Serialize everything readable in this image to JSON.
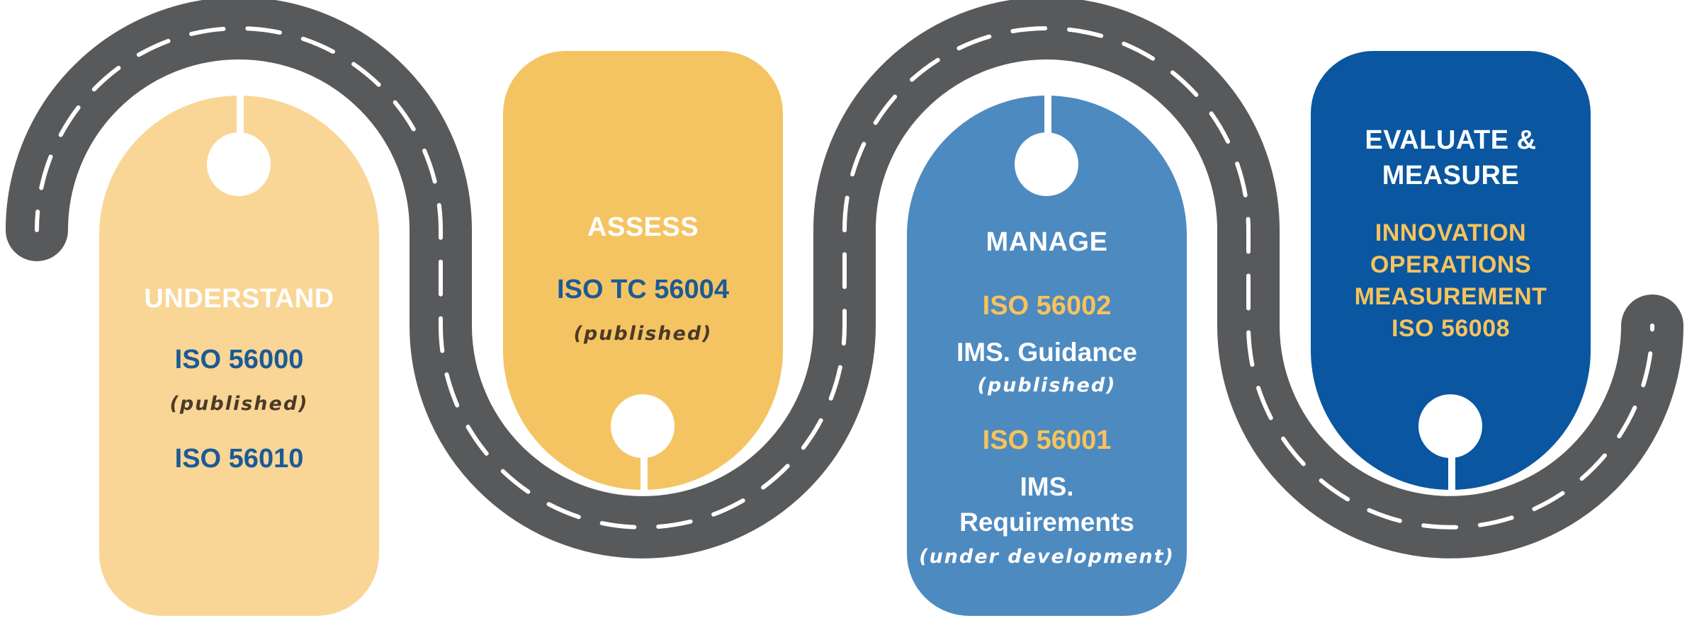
{
  "colors": {
    "road": "#58595b",
    "dash": "#ffffff",
    "understand_card": "#f9d695",
    "assess_card": "#f5c462",
    "manage_card": "#4d8ac0",
    "evaluate_card": "#0a56a0",
    "blue_text": "#1b5a97",
    "gold_text": "#f6c35c",
    "white_text": "#ffffff",
    "brown_text": "#4a3a28"
  },
  "stages": {
    "understand": {
      "title": "UNDERSTAND",
      "standard_1": "ISO 56000",
      "status_1": "(published)",
      "standard_2": "ISO 56010"
    },
    "assess": {
      "title": "ASSESS",
      "standard": "ISO TC 56004",
      "status": "(published)"
    },
    "manage": {
      "title": "MANAGE",
      "standard_1": "ISO 56002",
      "name_1": "IMS. Guidance",
      "status_1": "(published)",
      "standard_2": "ISO 56001",
      "name_2_line_1": "IMS.",
      "name_2_line_2": "Requirements",
      "status_2": "(under development)"
    },
    "evaluate": {
      "title_line_1": "EVALUATE &",
      "title_line_2": "MEASURE",
      "detail_line_1": "INNOVATION",
      "detail_line_2": "OPERATIONS",
      "detail_line_3": "MEASUREMENT",
      "detail_line_4": "ISO 56008"
    }
  }
}
